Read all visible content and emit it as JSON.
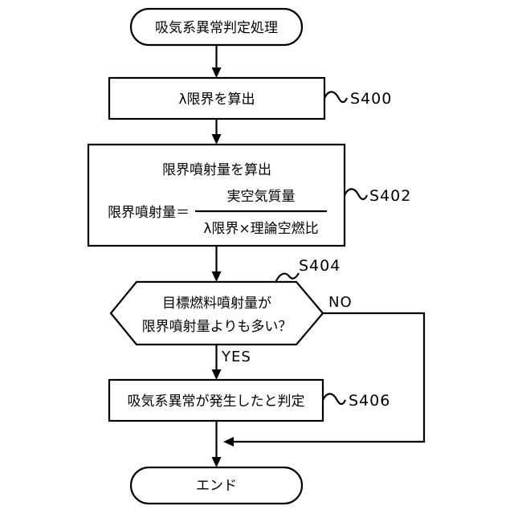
{
  "start": "吸気系異常判定処理",
  "s400": {
    "text": "λ限界を算出",
    "label": "S400"
  },
  "s402": {
    "title": "限界噴射量を算出",
    "lhs": "限界噴射量＝",
    "numerator": "実空気質量",
    "denominator": "λ限界×理論空燃比",
    "label": "S402"
  },
  "s404": {
    "line1": "目標燃料噴射量が",
    "line2": "限界噴射量よりも多い？",
    "label": "S404"
  },
  "yes": "YES",
  "no": "NO",
  "s406": {
    "text": "吸気系異常が発生したと判定",
    "label": "S406"
  },
  "end": "エンド"
}
